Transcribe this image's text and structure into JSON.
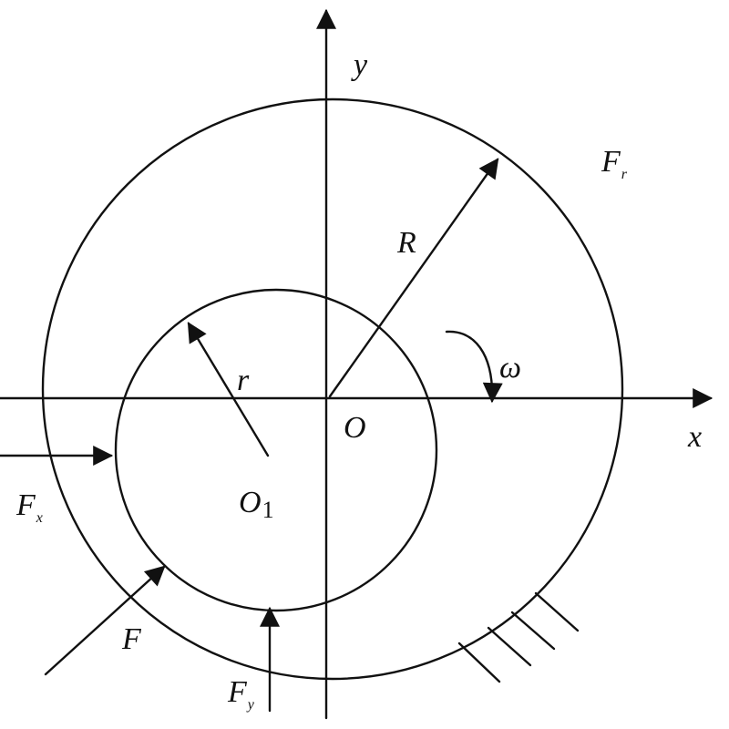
{
  "labels": {
    "y_axis": "y",
    "x_axis": "x",
    "origin": "O",
    "R": "R",
    "r": "r",
    "omega": "ω",
    "Fr_main": "F",
    "Fr_sub": "r",
    "Fx_main": "F",
    "Fx_sub": "x",
    "Fy_main": "F",
    "Fy_sub": "y",
    "F": "F",
    "O1_main": "O",
    "O1_sub": "1"
  }
}
